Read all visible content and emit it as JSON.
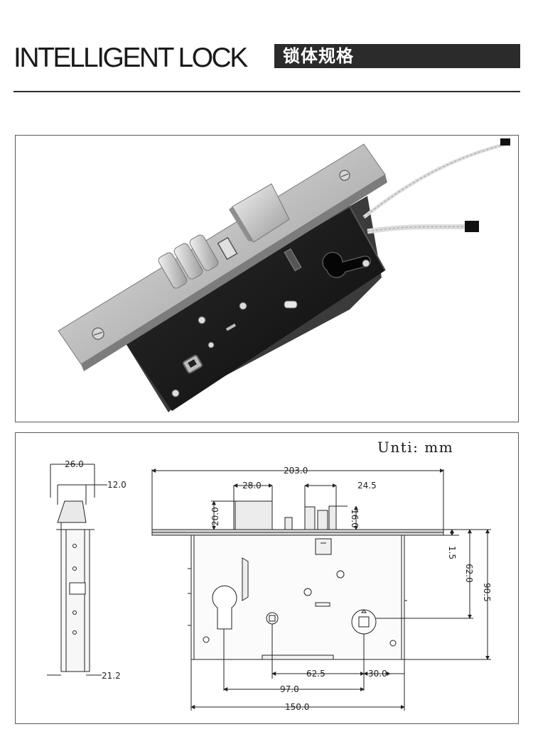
{
  "header": {
    "title": "INTELLIGENT LOCK",
    "subtitle": "锁体规格"
  },
  "drawing": {
    "unit_label": "Unti: mm",
    "dimensions": {
      "side_width": "26.0",
      "side_top": "12.0",
      "side_bottom": "21.2",
      "overall_length": "203.0",
      "latch_width": "28.0",
      "deadbolt_width": "24.5",
      "latch_projection": "20.0",
      "deadbolt_projection": "16.0",
      "faceplate_thickness": "1.5",
      "spindle_height": "62.0",
      "case_height": "90.5",
      "spindle_to_cylinder": "62.5",
      "cylinder_offset": "30.0",
      "backset": "97.0",
      "case_width": "150.0"
    }
  },
  "colors": {
    "ink": "#2b2b2b",
    "steel": "#c9c9c9",
    "case": "#1c1c1c"
  }
}
